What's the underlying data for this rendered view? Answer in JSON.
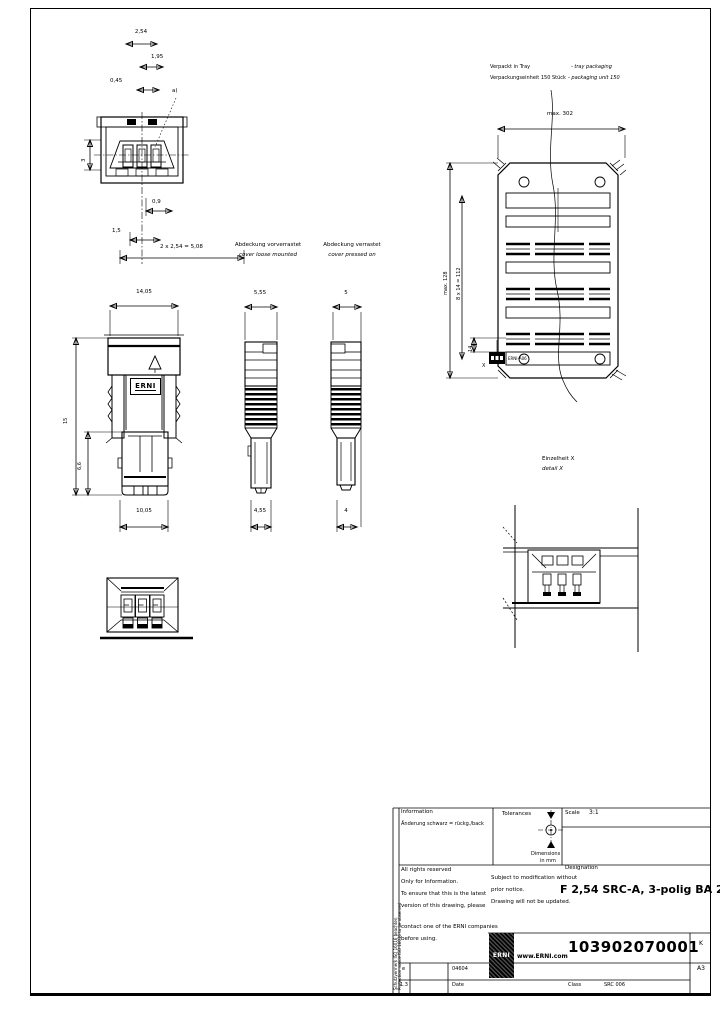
{
  "pin_view": {
    "dim_pitch": "2,54",
    "dim_195": "1,95",
    "dim_045": "0,45",
    "pin_label": "a)",
    "dim_height": "3",
    "dim_09": "0,9",
    "dim_15": "1,5",
    "dim_total": "2 x 2,54 = 5,08"
  },
  "cover_loose": {
    "de": "Abdeckung vorverrastet",
    "en": "cover loose mounted"
  },
  "cover_pressed": {
    "de": "Abdeckung verrastet",
    "en": "cover pressed on"
  },
  "packaging": {
    "line1_de": "Verpackt in Tray",
    "line1_en": "- tray packaging",
    "line2_de": "Verpackungseinheit 150 Stück",
    "line2_en": "- packaging unit 150"
  },
  "tray": {
    "dim_width": "max. 302",
    "dim_height": "max. 128",
    "dim_pitch": "8 x 14 = 112",
    "dim_slot": "14",
    "detail_marker": "X",
    "label": "ERNI-A06"
  },
  "front_view": {
    "dim_top": "14,05",
    "dim_bottom": "10,05",
    "dim_height": "15",
    "dim_lower": "6,6",
    "logo": "ERNI"
  },
  "side_loose": {
    "dim_top": "5,55",
    "dim_bottom": "4,55"
  },
  "side_pressed": {
    "dim_top": "5",
    "dim_bottom": "4"
  },
  "detail": {
    "de": "Einzelheit X",
    "en": "detail X"
  },
  "title_block": {
    "info_label": "Information",
    "info_note": "Änderung schwarz = rückg./back",
    "tolerances_label": "Tolerances",
    "dims_note1": "Dimensions",
    "dims_note2": "in mm",
    "scale_label": "Scale",
    "scale_value": "3:1",
    "rights_lines": [
      "All rights reserved",
      "Only for Information.",
      "To ensure that this is the latest",
      "version of this drawing, please",
      "contact one of the ERNI companies",
      "before using."
    ],
    "modification_lines": [
      "Subject to modification without",
      "prior notice.",
      "Drawing will not be updated."
    ],
    "designation_label": "Designation",
    "designation": "F 2,54 SRC-A, 3-polig BA 2",
    "logo": "ERNI",
    "website": "www.ERNI.com",
    "part_number": "103902070001",
    "format_row1": "K",
    "format_row2": "A3",
    "rev_letter": "e",
    "rev_code": "04604",
    "edition": "1.3",
    "date_label": "Date",
    "class_label": "Class",
    "class_value": "SRC 006",
    "side_note1": "Schutzvermerk ISO 16016 beachten",
    "side_note2": "Protection notice ISO 16016 to be observed"
  }
}
